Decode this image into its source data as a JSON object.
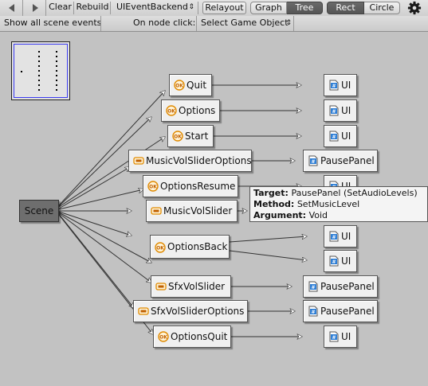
{
  "toolbar": {
    "clear_label": "Clear",
    "rebuild_label": "Rebuild",
    "backend_select": "UIEventBackend",
    "relayout_label": "Relayout",
    "graph_label": "Graph",
    "tree_label": "Tree",
    "rect_label": "Rect",
    "circle_label": "Circle"
  },
  "subbar": {
    "show_all_label": "Show all scene events",
    "on_node_click_label": "On node click:",
    "on_node_click_value": "Select Game Object"
  },
  "scene_node": {
    "label": "Scene"
  },
  "event_nodes": [
    {
      "label": "Quit",
      "icon": "ok-button-icon"
    },
    {
      "label": "Options",
      "icon": "ok-button-icon"
    },
    {
      "label": "Start",
      "icon": "ok-button-icon"
    },
    {
      "label": "MusicVolSliderOptions",
      "icon": "slider-icon"
    },
    {
      "label": "OptionsResume",
      "icon": "ok-button-icon"
    },
    {
      "label": "MusicVolSlider",
      "icon": "slider-icon"
    },
    {
      "label": "OptionsBack",
      "icon": "ok-button-icon"
    },
    {
      "label": "SfxVolSlider",
      "icon": "slider-icon"
    },
    {
      "label": "SfxVolSliderOptions",
      "icon": "slider-icon"
    },
    {
      "label": "OptionsQuit",
      "icon": "ok-button-icon"
    }
  ],
  "target_nodes": [
    {
      "label": "UI",
      "icon": "script-icon"
    },
    {
      "label": "UI",
      "icon": "script-icon"
    },
    {
      "label": "UI",
      "icon": "script-icon"
    },
    {
      "label": "PausePanel",
      "icon": "script-icon"
    },
    {
      "label": "UI",
      "icon": "script-icon"
    },
    {
      "label": "UI",
      "icon": "script-icon"
    },
    {
      "label": "UI",
      "icon": "script-icon"
    },
    {
      "label": "PausePanel",
      "icon": "script-icon"
    },
    {
      "label": "PausePanel",
      "icon": "script-icon"
    },
    {
      "label": "UI",
      "icon": "script-icon"
    }
  ],
  "tooltip": {
    "target_key": "Target:",
    "target_value": "PausePanel (SetAudioLevels)",
    "method_key": "Method:",
    "method_value": "SetMusicLevel",
    "argument_key": "Argument:",
    "argument_value": "Void"
  },
  "colors": {
    "canvas": "#c2c2c2",
    "node_bg": "#f0f0f0",
    "scene_bg": "#6e6e6e",
    "active_toggle": "#5e5e5e",
    "minimap_frame": "#3a3af0"
  }
}
